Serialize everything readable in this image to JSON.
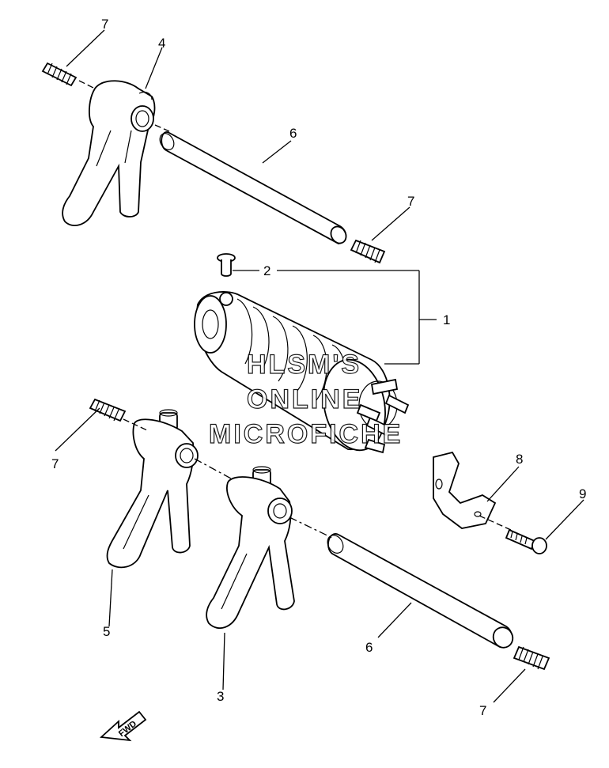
{
  "callouts": {
    "shift_drum": "1",
    "drum_pin": "2",
    "fork_lower_right": "3",
    "fork_upper": "4",
    "fork_lower_left": "5",
    "guide_bar_upper": "6",
    "guide_bar_lower": "6",
    "spring_upper_left": "7",
    "spring_upper_right": "7",
    "spring_lower_left": "7",
    "spring_lower_right": "7",
    "segment_plate": "8",
    "bolt": "9"
  },
  "watermark": {
    "line1": "HLSM'S",
    "line2": "ONLINE",
    "line3": "MICROFICHE"
  },
  "fwd_arrow": {
    "label": "FWD"
  }
}
